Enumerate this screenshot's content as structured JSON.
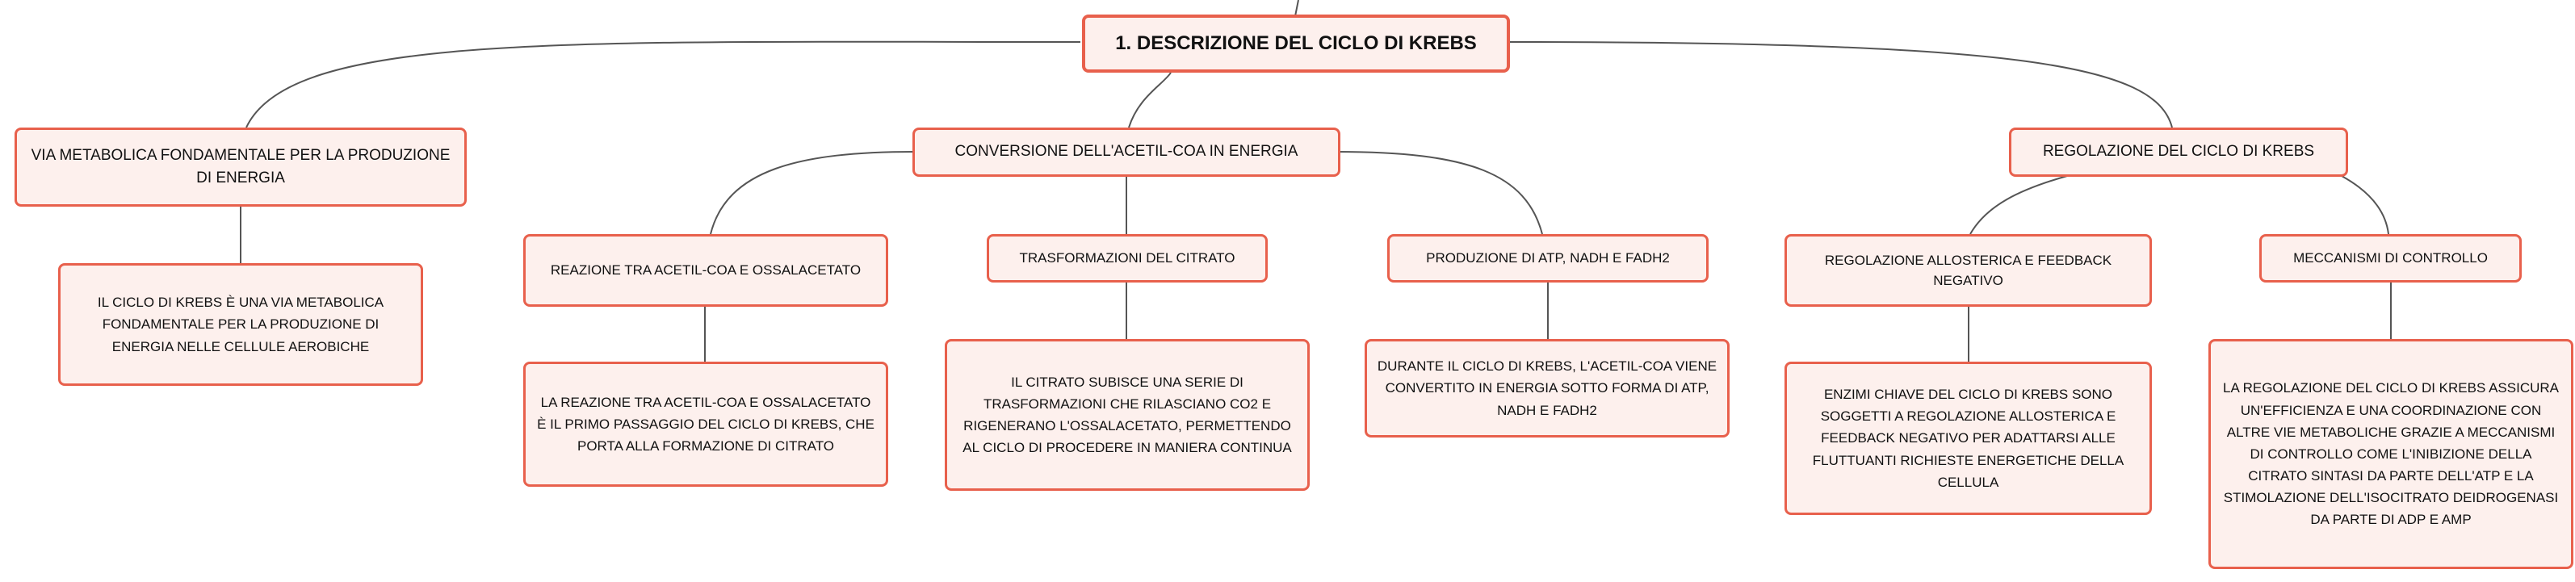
{
  "root": {
    "title": "1. DESCRIZIONE DEL CICLO DI KREBS"
  },
  "branches": {
    "via": {
      "label": "VIA METABOLICA FONDAMENTALE PER LA PRODUZIONE DI ENERGIA",
      "detail": "IL CICLO DI KREBS È UNA VIA METABOLICA FONDAMENTALE PER LA PRODUZIONE DI ENERGIA NELLE CELLULE AEROBICHE"
    },
    "conversione": {
      "label": "CONVERSIONE DELL'ACETIL-COA IN ENERGIA",
      "children": {
        "reazione": {
          "label": "REAZIONE TRA ACETIL-COA E OSSALACETATO",
          "detail": "LA REAZIONE TRA ACETIL-COA E OSSALACETATO È IL PRIMO PASSAGGIO DEL CICLO DI KREBS, CHE PORTA ALLA FORMAZIONE DI CITRATO"
        },
        "trasformazioni": {
          "label": "TRASFORMAZIONI DEL CITRATO",
          "detail": "IL CITRATO SUBISCE UNA SERIE DI TRASFORMAZIONI CHE RILASCIANO CO2 E RIGENERANO L'OSSALACETATO, PERMETTENDO AL CICLO DI PROCEDERE IN MANIERA CONTINUA"
        },
        "produzione": {
          "label": "PRODUZIONE DI ATP, NADH E FADH2",
          "detail": "DURANTE IL CICLO DI KREBS, L'ACETIL-COA VIENE CONVERTITO IN ENERGIA SOTTO FORMA DI ATP, NADH E FADH2"
        }
      }
    },
    "regolazione": {
      "label": "REGOLAZIONE DEL CICLO DI KREBS",
      "children": {
        "allosterica": {
          "label": "REGOLAZIONE ALLOSTERICA E FEEDBACK NEGATIVO",
          "detail": "ENZIMI CHIAVE DEL CICLO DI KREBS SONO SOGGETTI A REGOLAZIONE ALLOSTERICA E FEEDBACK NEGATIVO PER ADATTARSI ALLE FLUTTUANTI RICHIESTE ENERGETICHE DELLA CELLULA"
        },
        "meccanismi": {
          "label": "MECCANISMI DI CONTROLLO",
          "detail": "LA REGOLAZIONE DEL CICLO DI KREBS ASSICURA UN'EFFICIENZA E UNA COORDINAZIONE CON ALTRE VIE METABOLICHE GRAZIE A MECCANISMI DI CONTROLLO COME L'INIBIZIONE DELLA CITRATO SINTASI DA PARTE DELL'ATP E LA STIMOLAZIONE DELL'ISOCITRATO DEIDROGENASI DA PARTE DI ADP E AMP"
        }
      }
    }
  },
  "colors": {
    "node_fill": "#fdf0ed",
    "node_border": "#e8604c",
    "connector": "#555555",
    "text": "#111111"
  }
}
